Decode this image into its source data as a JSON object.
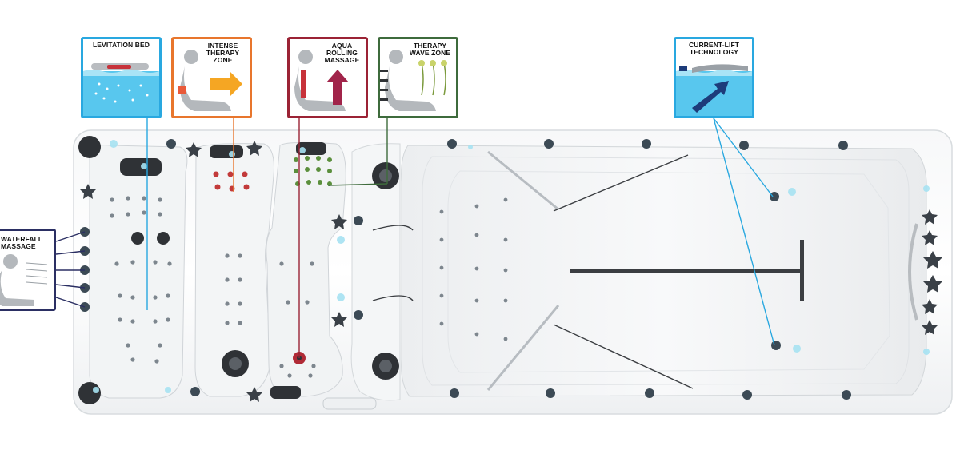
{
  "callouts": {
    "levitation_bed": "LEVITATION BED",
    "intense_therapy_zone": "INTENSE THERAPY ZONE",
    "aqua_rolling_massage": "AQUA ROLLING MASSAGE",
    "therapy_wave_zone": "THERAPY WAVE ZONE",
    "current_lift_technology": "CURRENT-LIFT TECHNOLOGY",
    "waterfall_massage": "WATERFALL MASSAGE"
  },
  "colors": {
    "levitation": "#29a8e0",
    "intense": "#e8762d",
    "aqua": "#9b2335",
    "wave": "#3e6b3c",
    "lift": "#29a8e0",
    "waterfall": "#2b2f63",
    "jet": "#8a96a0",
    "light": "#9fdcef"
  }
}
